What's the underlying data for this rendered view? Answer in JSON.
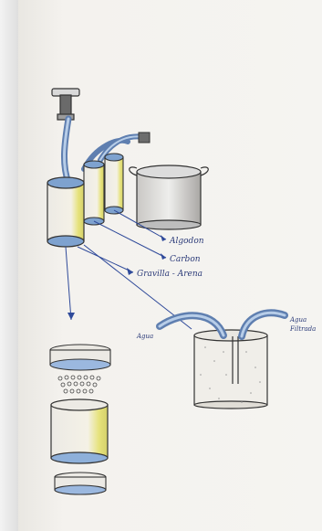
{
  "drawing": {
    "labels": {
      "cotton": "Algodon",
      "carbon": "Carbon",
      "gravel_sand": "Gravilla - Arena",
      "water_in": "Agua",
      "water_filtered_1": "Agua",
      "water_filtered_2": "Filtrada"
    }
  },
  "colors": {
    "paper": "#f4f2ee",
    "ink_blue": "#2f4a9a",
    "pencil": "#3a3a3a",
    "highlight_yellow": "#e3e06a",
    "hose_blue": "#8fb3d8"
  }
}
